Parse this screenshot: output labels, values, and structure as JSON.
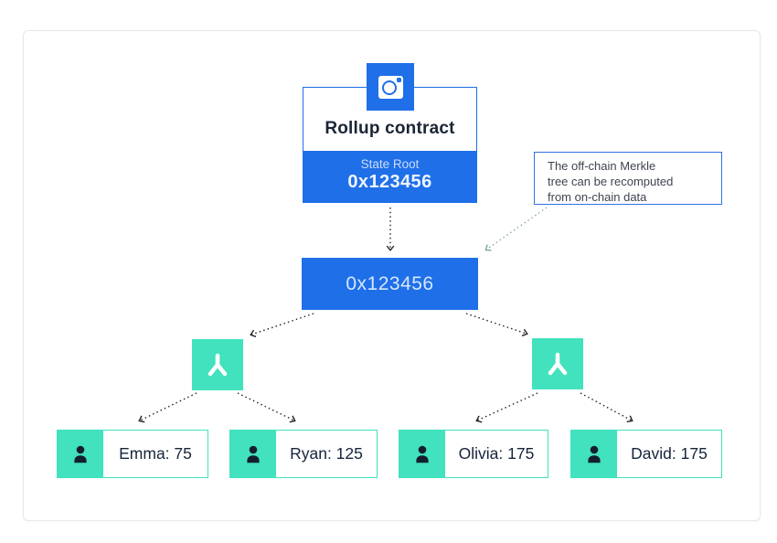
{
  "rollup": {
    "title": "Rollup contract",
    "state_root_label": "State Root",
    "state_root_value": "0x123456",
    "icon": "contract-document-sync-icon"
  },
  "root_hash": {
    "value": "0x123456"
  },
  "callout": {
    "lines": [
      "The off-chain Merkle",
      "tree can be recomputed",
      "from on-chain data"
    ]
  },
  "branch_nodes": [
    {
      "icon": "merkle-branch-icon"
    },
    {
      "icon": "merkle-branch-icon"
    }
  ],
  "leaves": [
    {
      "icon": "person-icon",
      "label": "Emma: 75"
    },
    {
      "icon": "person-icon",
      "label": "Ryan: 125"
    },
    {
      "icon": "person-icon",
      "label": "Olivia: 175"
    },
    {
      "icon": "person-icon",
      "label": "David: 175"
    }
  ],
  "colors": {
    "blue": "#1f6fe8",
    "teal": "#41e2bd",
    "dark_text": "#15243a",
    "callout_border": "#2f72e4",
    "arrow": "#20262b",
    "callout_arrow": "#7ba79f"
  }
}
